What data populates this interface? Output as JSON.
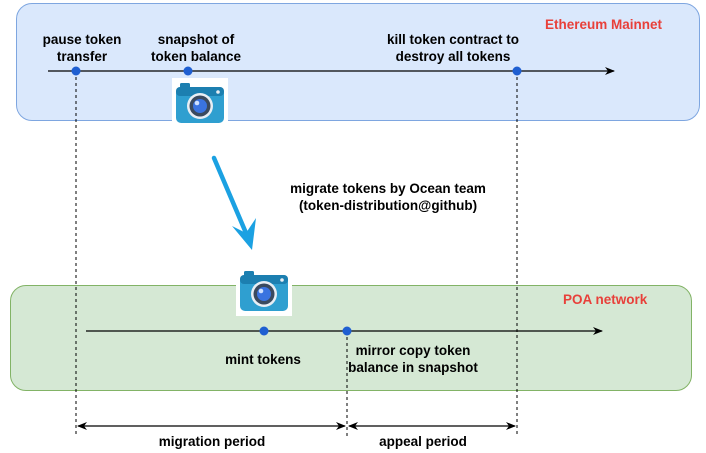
{
  "networks": {
    "ethereum": {
      "label": "Ethereum Mainnet",
      "color": "#e8403a",
      "fill": "#dae8fc"
    },
    "poa": {
      "label": "POA network",
      "color": "#e8403a",
      "fill": "#d5e8d4"
    }
  },
  "ethereum_timeline": {
    "events": [
      {
        "id": "pause",
        "label": "pause token\ntransfer"
      },
      {
        "id": "snapshot",
        "label": "snapshot of\ntoken balance"
      },
      {
        "id": "kill",
        "label": "kill token contract  to\ndestroy all tokens"
      }
    ]
  },
  "poa_timeline": {
    "events": [
      {
        "id": "mint",
        "label": "mint tokens"
      },
      {
        "id": "mirror",
        "label": "mirror copy token\nbalance in snapshot"
      }
    ]
  },
  "migration": {
    "label": "migrate tokens by Ocean team\n(token-distribution@github)",
    "arrow_color": "#1ba1e2"
  },
  "periods": [
    {
      "id": "migration",
      "label": "migration period"
    },
    {
      "id": "appeal",
      "label": "appeal period"
    }
  ],
  "icons": {
    "snapshot_camera": "camera-icon",
    "poa_camera": "camera-icon"
  },
  "colors": {
    "event_dot": "#1f5fd1",
    "camera_body": "#35a7d6"
  }
}
